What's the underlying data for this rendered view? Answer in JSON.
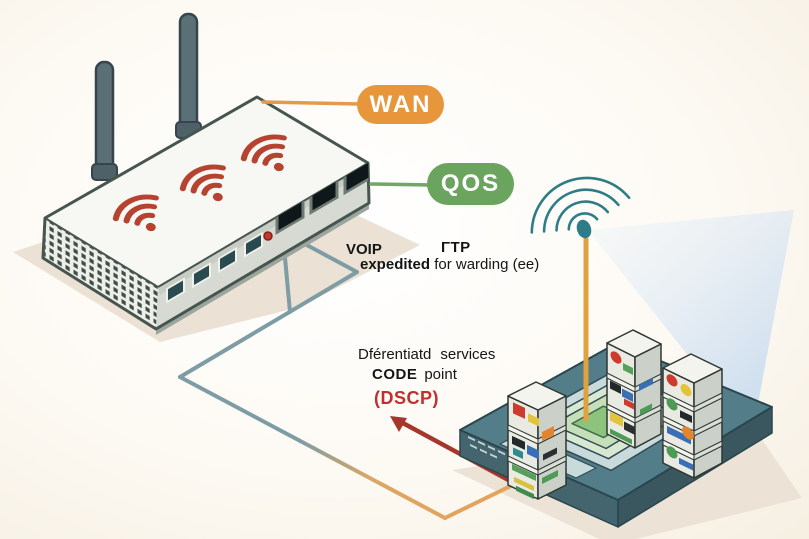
{
  "badges": {
    "wan": "WAN",
    "qos": "QOS"
  },
  "traffic": {
    "voip": "VOIP",
    "ftp": "ΓTP",
    "expedited": "expedited",
    "forwarding": "for warding (ee)"
  },
  "dscp": {
    "line1_word1": "Dférentiatd",
    "line1_word2": "services",
    "line2_word1": "CODE",
    "line2_word2": "point",
    "acronym": "(DSCP)"
  },
  "icons": {
    "router": "wireless-router-icon",
    "router_wifi": "wifi-signal-icon",
    "antenna": "antenna-signal-icon",
    "beam": "signal-beam",
    "servers": "server-rack-icons",
    "arrow": "dscp-arrow"
  },
  "colors": {
    "wan_badge": "#E8963C",
    "qos_badge": "#6AA45E",
    "dscp_red": "#C22F2E",
    "wifi_red": "#B5432F",
    "signal_teal": "#2E7D86",
    "cable_teal": "#7E9CA4",
    "cable_orange": "#E2A45C",
    "arrow_red": "#A5372B",
    "pole_orange": "#DFA23F",
    "platform_teal": "#527D89",
    "beam_blue": "#CCDDEF",
    "center_green": "#8CC47E",
    "shadow_beige": "#EBE1D4",
    "text_dark": "#151515"
  }
}
